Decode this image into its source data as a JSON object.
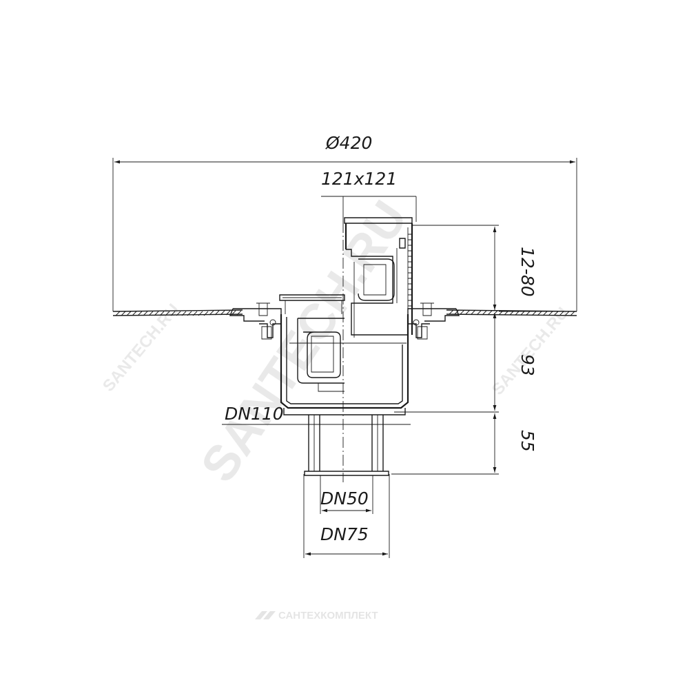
{
  "dimensions": {
    "diameter": "Ø420",
    "grate_size": "121x121",
    "height_adjust": "12-80",
    "body_height": "93",
    "outlet_length": "55",
    "socket": "DN110",
    "outlet_inner": "DN50",
    "outlet_outer": "DN75"
  },
  "watermark": {
    "diagonal": "SANTECH.RU",
    "faint_left": "SANTECH.RU",
    "faint_right": "SANTECH.RU",
    "footer": "САНТЕХКОМПЛЕКТ"
  },
  "colors": {
    "line": "#1a1a1a",
    "watermark": "#000000"
  }
}
